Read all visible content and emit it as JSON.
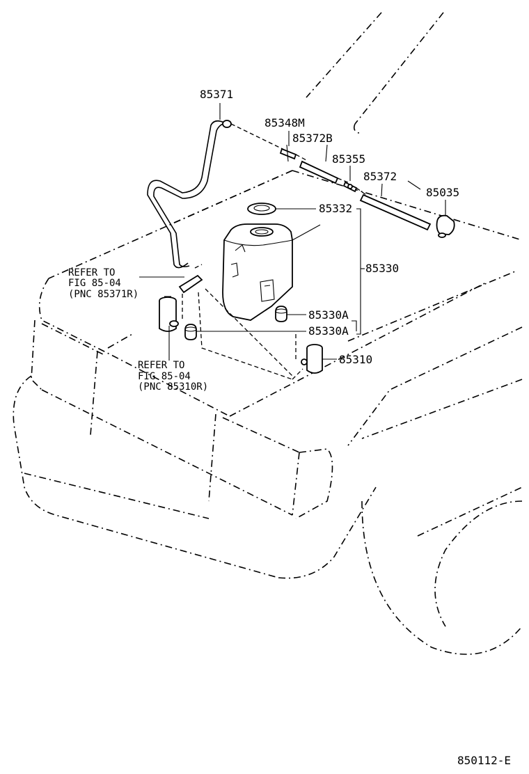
{
  "labels": {
    "p85371": "85371",
    "p85348M": "85348M",
    "p85372B": "85372B",
    "p85355": "85355",
    "p85372": "85372",
    "p85035": "85035",
    "p85332": "85332",
    "p85330": "85330",
    "p85330A_1": "85330A",
    "p85330A_2": "85330A",
    "p85310": "85310"
  },
  "refer_notes": {
    "note1": {
      "line1": "REFER TO",
      "line2": "FIG 85-04",
      "line3": "(PNC 85371R)"
    },
    "note2": {
      "line1": "REFER TO",
      "line2": "FIG 85-04",
      "line3": "(PNC 85310R)"
    }
  },
  "figure_code": "850112-E"
}
